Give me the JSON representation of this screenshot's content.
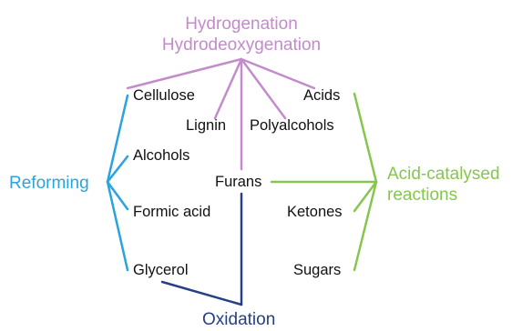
{
  "processes": {
    "hydrogenation": {
      "line1": "Hydrogenation",
      "line2": "Hydrodeoxygenation",
      "color": "#c38bcb"
    },
    "reforming": {
      "label": "Reforming",
      "color": "#2aa3de"
    },
    "acid_catalysed": {
      "line1": "Acid-catalysed",
      "line2": "reactions",
      "color": "#86c64f"
    },
    "oxidation": {
      "label": "Oxidation",
      "color": "#263f86"
    }
  },
  "compounds": {
    "cellulose": "Cellulose",
    "lignin": "Lignin",
    "polyalcohols": "Polyalcohols",
    "acids": "Acids",
    "alcohols": "Alcohols",
    "furans": "Furans",
    "formic_acid": "Formic acid",
    "ketones": "Ketones",
    "glycerol": "Glycerol",
    "sugars": "Sugars"
  }
}
